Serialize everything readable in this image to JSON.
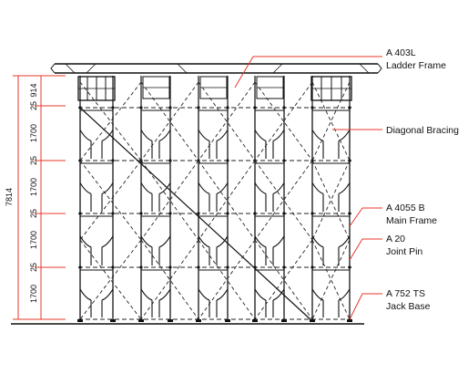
{
  "callouts": [
    {
      "code": "A 403L",
      "name": "Ladder Frame"
    },
    {
      "code": "",
      "name": "Diagonal Bracing"
    },
    {
      "code": "A 4055 B",
      "name": "Main Frame"
    },
    {
      "code": "A 20",
      "name": "Joint Pin"
    },
    {
      "code": "A 752 TS",
      "name": "Jack Base"
    }
  ],
  "dimensions": {
    "total": "7814",
    "segments": [
      "914",
      "25",
      "1700",
      "25",
      "1700",
      "25",
      "1700",
      "25",
      "1700"
    ]
  },
  "colors": {
    "line": "#111111",
    "leader": "#e8372a",
    "dashed": "#222222"
  }
}
